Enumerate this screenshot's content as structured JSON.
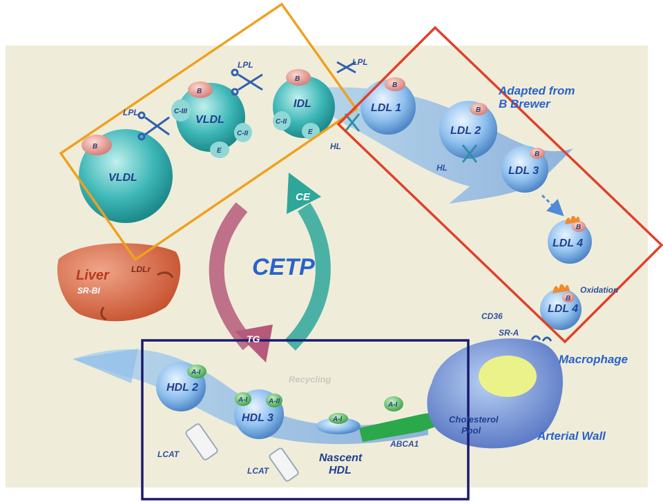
{
  "source_credit": "Adapted from\nB Brewer",
  "center": {
    "cetp": "CETP",
    "ce": "CE",
    "tg": "TG"
  },
  "recycling": "Recycling",
  "particles": {
    "vldl_large": "VLDL",
    "vldl": "VLDL",
    "idl": "IDL",
    "ldl1": "LDL 1",
    "ldl2": "LDL 2",
    "ldl3": "LDL 3",
    "ldl4a": "LDL 4",
    "ldl4b": "LDL 4",
    "hdl2": "HDL 2",
    "hdl3": "HDL 3",
    "nascent_hdl": "Nascent\nHDL"
  },
  "apolipoproteins": {
    "b": "B",
    "c3": "C-III",
    "c2": "C-II",
    "e": "E",
    "a1": "A-I",
    "a2": "A-II"
  },
  "enzymes": {
    "lpl": "LPL",
    "hl": "HL",
    "lcat": "LCAT",
    "abca1": "ABCA1"
  },
  "organs": {
    "liver": "Liver",
    "ldlr": "LDLr",
    "srbi": "SR-BI",
    "macrophage": "Macrophage",
    "arterial_wall": "Arterial Wall",
    "cholesterol_pool": "Cholesterol\nPool",
    "cd36": "CD36",
    "sra": "SR-A"
  },
  "oxidation": "Oxidation",
  "colors": {
    "background": "#efedd9",
    "orange_box": "#f0a01e",
    "red_box": "#e0402a",
    "navy_box": "#1a1a6e",
    "teal": "#3fb8b8",
    "blue": "#7fb2e6",
    "liver": "#d96a4a",
    "cetp_pink": "#b55a7a",
    "cetp_teal": "#2ea69a"
  }
}
